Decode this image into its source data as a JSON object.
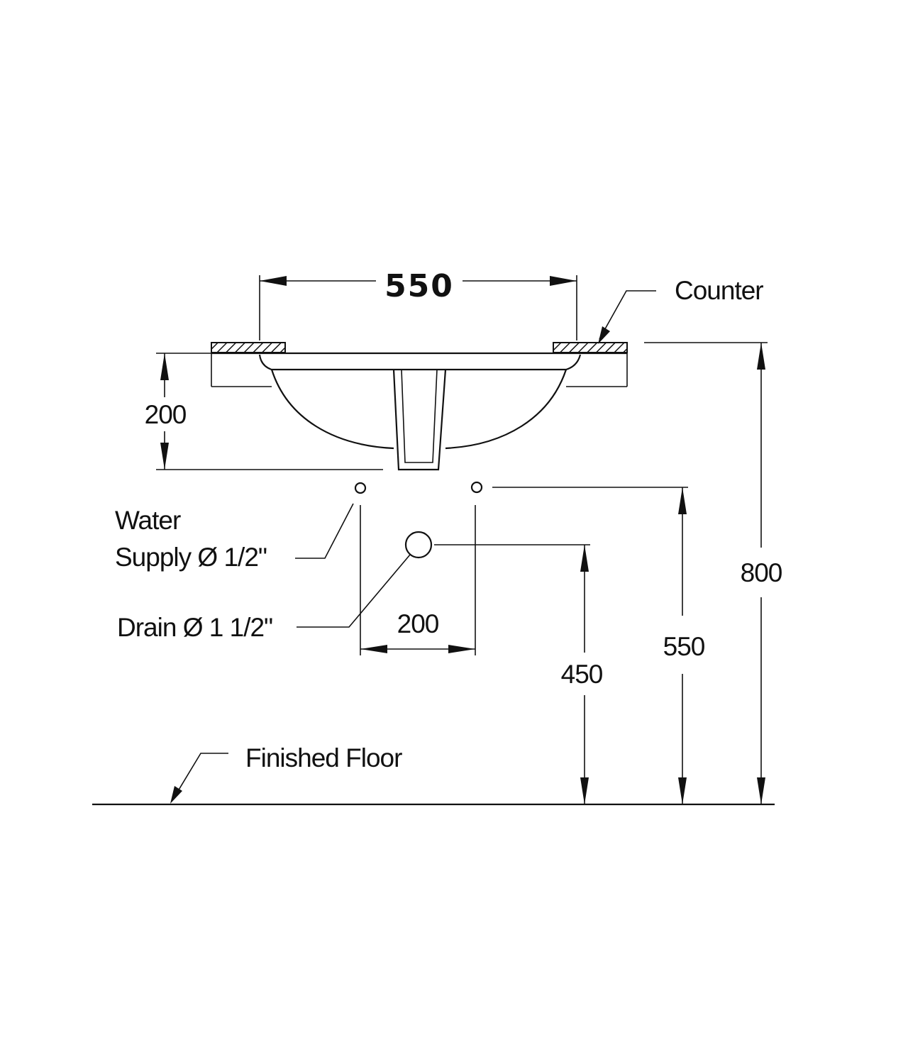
{
  "labels": {
    "counter": "Counter",
    "water_line1": "Water",
    "water_line2": "Supply Ø 1/2\"",
    "drain": "Drain Ø 1 1/2\"",
    "finished_floor": "Finished Floor"
  },
  "dimensions": {
    "bowl_width": "550",
    "bowl_depth": "200",
    "supply_spacing": "200",
    "drain_height": "450",
    "supply_height": "550",
    "counter_height": "800"
  }
}
